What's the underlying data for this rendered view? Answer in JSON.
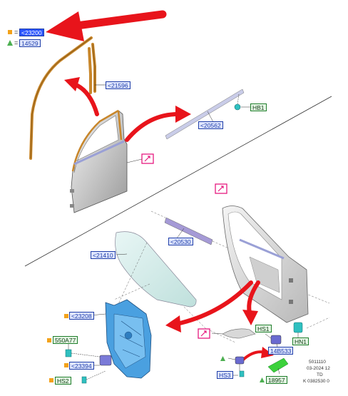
{
  "legend": {
    "square_code": "<23200",
    "triangle_code": "14529",
    "equals": "="
  },
  "labels": {
    "l21596": "<21596",
    "lHB1": "HB1",
    "l20562": "<20562",
    "l20530": "<20530",
    "l21410": "<21410",
    "l23208": "<23208",
    "l550A77": "550A77",
    "l23394": "<23394",
    "lHS2": "HS2",
    "lHS1": "HS1",
    "l14B533": "14B533",
    "lHN1": "HN1",
    "lHS3": "HS3",
    "l18957": "18957"
  },
  "footer": {
    "line1": "5011110",
    "line2": "03-2024 12",
    "line3": "TD",
    "line4": "K 0382530 0"
  },
  "colors": {
    "label_blue": "#1f3ea8",
    "label_green": "#1e7d2a",
    "arrow_red": "#e8141b",
    "weatherstrip": "#c8862a",
    "glass": "#d2ecea",
    "regulator": "#4aa0e0",
    "callout_magenta": "#e6197f"
  }
}
